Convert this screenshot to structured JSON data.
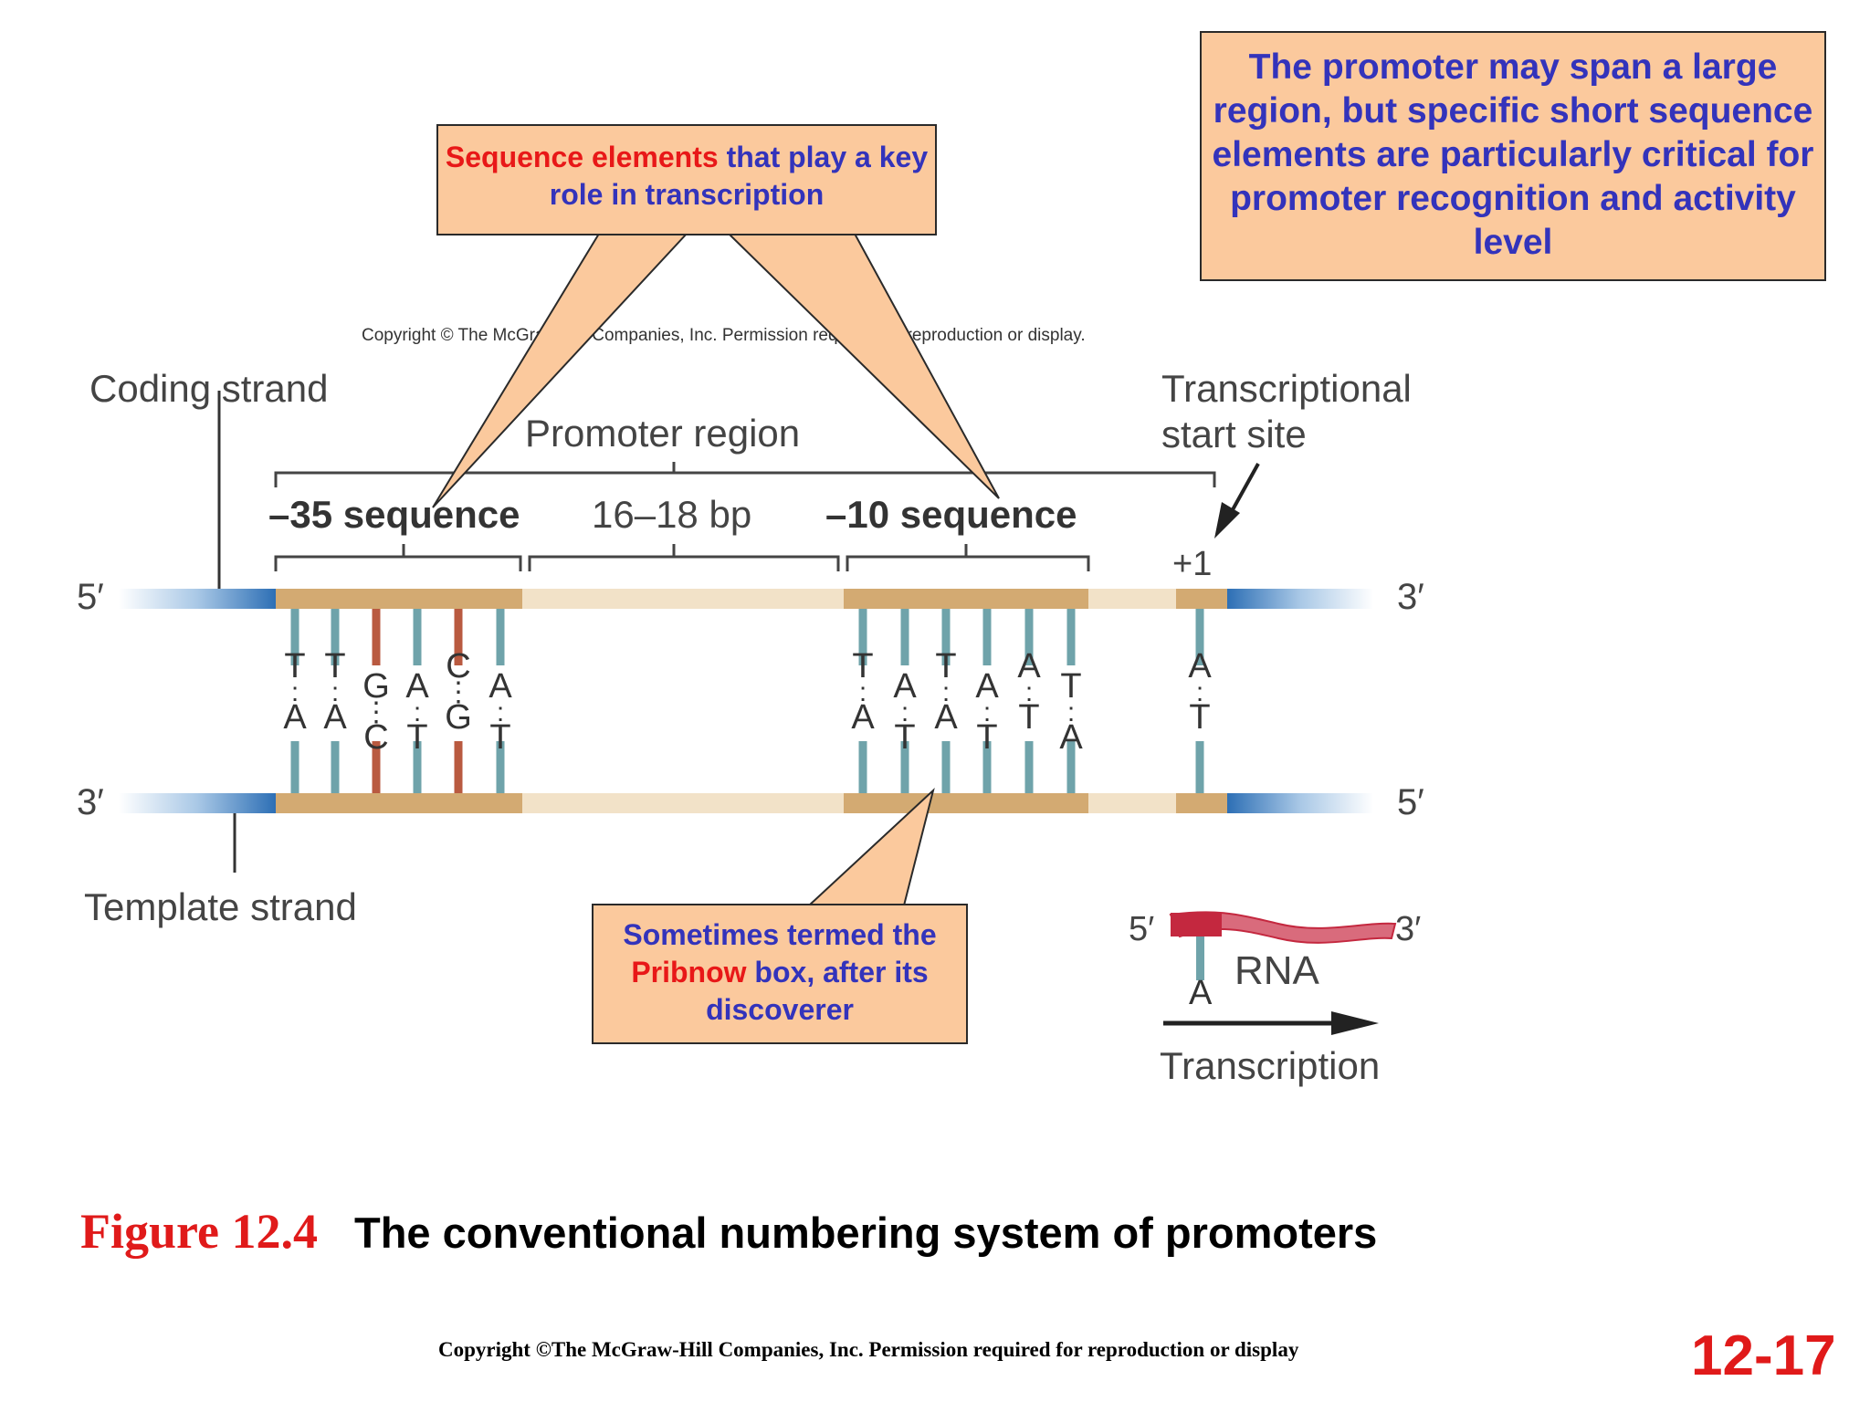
{
  "figure": {
    "copyright_small": "Copyright © The McGraw-Hill Companies, Inc. Permission required for reproduction or display.",
    "coding_strand": "Coding strand",
    "template_strand": "Template strand",
    "promoter_region": "Promoter region",
    "tss_line1": "Transcriptional",
    "tss_line2": "start site",
    "minus35": "–35 sequence",
    "spacer": "16–18 bp",
    "minus10": "–10 sequence",
    "plus1": "+1",
    "end_5prime": "5′",
    "end_3prime": "3′",
    "rna_label": "RNA",
    "rna_base": "A",
    "transcription_label": "Transcription"
  },
  "minus35_pairs": [
    {
      "top": "T",
      "bottom": "A"
    },
    {
      "top": "T",
      "bottom": "A"
    },
    {
      "top": "G",
      "bottom": "C"
    },
    {
      "top": "A",
      "bottom": "T"
    },
    {
      "top": "C",
      "bottom": "G"
    },
    {
      "top": "A",
      "bottom": "T"
    }
  ],
  "minus10_pairs": [
    {
      "top": "T",
      "bottom": "A"
    },
    {
      "top": "A",
      "bottom": "T"
    },
    {
      "top": "T",
      "bottom": "A"
    },
    {
      "top": "A",
      "bottom": "T"
    },
    {
      "top": "A",
      "bottom": "T"
    },
    {
      "top": "T",
      "bottom": "A"
    }
  ],
  "plus1_pair": {
    "top": "A",
    "bottom": "T"
  },
  "callouts": {
    "top_right": "The promoter may span a large region, but specific short sequence elements are particularly critical for promoter recognition and activity level",
    "sequence_red": "Sequence elements",
    "sequence_rest": " that play a key role in transcription",
    "pribnow_1": "Sometimes termed the ",
    "pribnow_red": "Pribnow",
    "pribnow_2": " box, after its discoverer"
  },
  "caption": {
    "number": "Figure 12.4",
    "title": "The conventional numbering system of promoters"
  },
  "footer": {
    "copyright": "Copyright ©The McGraw-Hill Companies, Inc. Permission required for reproduction or display",
    "slide_number": "12-17"
  },
  "colors": {
    "box_fill": "#d3aa72",
    "spacer_fill": "#f2e2c8",
    "blue_strand": "#2d6fb5",
    "bond_teal": "#6fa3aa",
    "bond_red": "#b95a40",
    "rna_red": "#c4283f",
    "callout_fill": "#fbc99d",
    "callout_text": "#3333bb",
    "accent_red": "#e81818"
  }
}
